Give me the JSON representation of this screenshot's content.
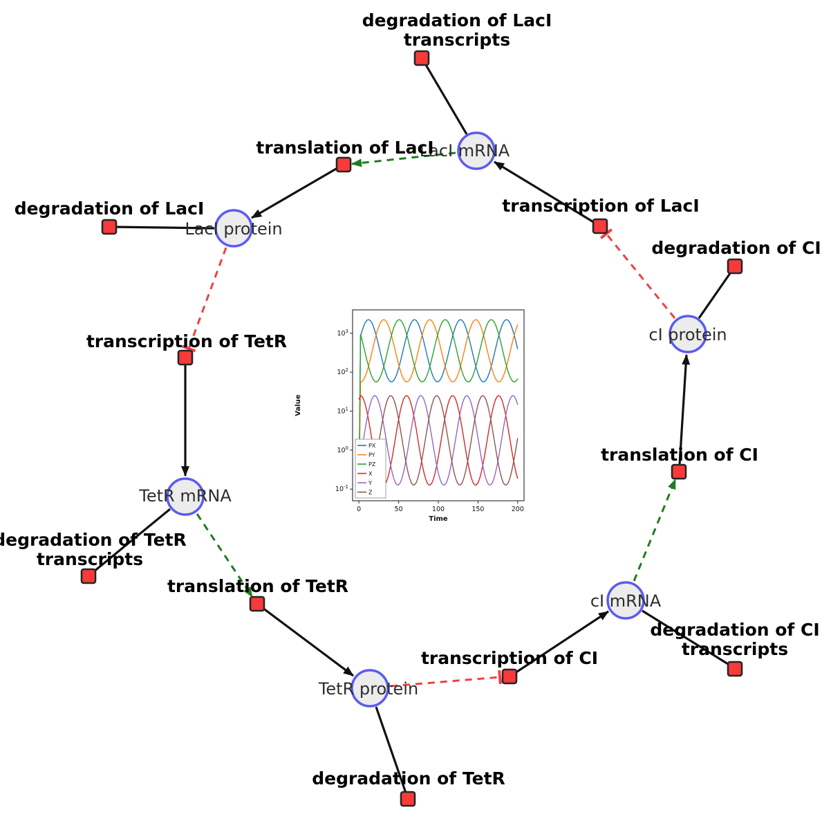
{
  "diagram": {
    "species": {
      "laci_mrna": {
        "label": "LacI mRNA"
      },
      "laci_protein": {
        "label": "LacI protein"
      },
      "ci_protein": {
        "label": "cI protein"
      },
      "tetr_mrna": {
        "label": "TetR mRNA"
      },
      "ci_mrna": {
        "label": "cI mRNA"
      },
      "tetr_protein": {
        "label": "TetR protein"
      }
    },
    "reactions": {
      "deg_laci_tx": {
        "line1": "degradation of LacI",
        "line2": "transcripts"
      },
      "transl_laci": {
        "label": "translation of LacI"
      },
      "txn_laci": {
        "label": "transcription of LacI"
      },
      "deg_laci": {
        "label": "degradation of LacI"
      },
      "deg_ci": {
        "label": "degradation of CI"
      },
      "txn_tetr": {
        "label": "transcription of TetR"
      },
      "transl_ci": {
        "label": "translation of CI"
      },
      "deg_tetr_tx": {
        "line1": "degradation of TetR",
        "line2": "transcripts"
      },
      "transl_tetr": {
        "label": "translation of TetR"
      },
      "txn_ci": {
        "label": "transcription of CI"
      },
      "deg_ci_tx": {
        "line1": "degradation of CI",
        "line2": "transcripts"
      },
      "deg_tetr": {
        "label": "degradation of TetR"
      }
    },
    "colors": {
      "species_fill": "#ececec",
      "species_stroke": "#5b5bf0",
      "reaction_fill": "#f93a3a",
      "reaction_stroke": "#252525",
      "production_edge": "#111111",
      "catalysis_edge": "#1e7d1e",
      "inhibition_edge": "#f04040"
    }
  },
  "chart_data": {
    "type": "line",
    "title": "",
    "xlabel": "Time",
    "ylabel": "Value",
    "x_ticks": [
      0,
      50,
      100,
      150,
      200
    ],
    "xlim": [
      -8,
      208
    ],
    "y_scale": "log",
    "y_tick_exponents": [
      -1,
      0,
      1,
      2,
      3
    ],
    "ylim_log": [
      -1.3,
      3.6
    ],
    "grid": false,
    "legend_position": "lower-left",
    "legend": [
      "PX",
      "PY",
      "PZ",
      "X",
      "Y",
      "Z"
    ],
    "series": [
      {
        "name": "PX",
        "color": "#1f77b4",
        "log_center": 2.55,
        "log_amplitude": 0.8,
        "period": 58,
        "phase": -2.5,
        "start_log": -1.2
      },
      {
        "name": "PY",
        "color": "#ff7f0e",
        "log_center": 2.55,
        "log_amplitude": 0.8,
        "period": 58,
        "phase": 16.8,
        "start_log": -1.2
      },
      {
        "name": "PZ",
        "color": "#2ca02c",
        "log_center": 2.55,
        "log_amplitude": 0.8,
        "period": 58,
        "phase": 36.2,
        "start_log": -1.2
      },
      {
        "name": "X",
        "color": "#d62728",
        "log_center": 0.25,
        "log_amplitude": 1.15,
        "period": 58,
        "phase": 45.5,
        "start_log": 1.3
      },
      {
        "name": "Y",
        "color": "#9467bd",
        "log_center": 0.25,
        "log_amplitude": 1.15,
        "period": 58,
        "phase": 5.5,
        "start_log": -1.2
      },
      {
        "name": "Z",
        "color": "#8c564b",
        "log_center": 0.25,
        "log_amplitude": 1.15,
        "period": 58,
        "phase": 25.5,
        "start_log": -1.2
      }
    ]
  }
}
